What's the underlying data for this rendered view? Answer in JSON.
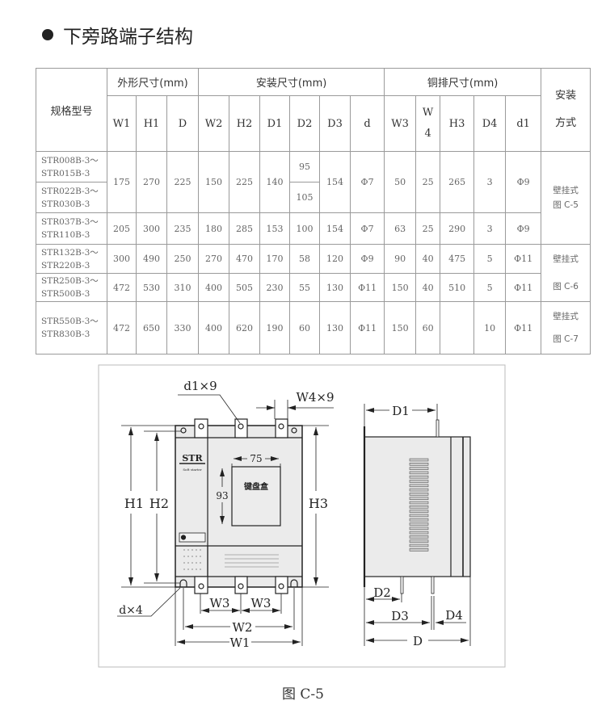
{
  "title": "下旁路端子结构",
  "table": {
    "model_header": "规格型号",
    "groups": [
      "外形尺寸(mm)",
      "安装尺寸(mm)",
      "铜排尺寸(mm)"
    ],
    "install_header": [
      "安装",
      "方式"
    ],
    "cols": [
      "W1",
      "H1",
      "D",
      "W2",
      "H2",
      "D1",
      "D2",
      "D3",
      "d",
      "W3",
      "W",
      "4",
      "H3",
      "D4",
      "d1"
    ],
    "rows": [
      {
        "model": [
          "STR008B-3～",
          "STR015B-3"
        ],
        "W1": "175",
        "H1": "270",
        "D": "225",
        "W2": "150",
        "H2": "225",
        "D1": "140",
        "D2": "95",
        "D3": "154",
        "d": "Φ7",
        "W3": "50",
        "W4": "25",
        "H3": "265",
        "D4": "3",
        "d1": "Φ9",
        "install": [
          "壁挂式",
          "图 C-5"
        ]
      },
      {
        "model": [
          "STR022B-3～",
          "STR030B-3"
        ],
        "D2": "105"
      },
      {
        "model": [
          "STR037B-3～",
          "STR110B-3"
        ],
        "W1": "205",
        "H1": "300",
        "D": "235",
        "W2": "180",
        "H2": "285",
        "D1": "153",
        "D2": "100",
        "D3": "154",
        "d": "Φ7",
        "W3": "63",
        "W4": "25",
        "H3": "290",
        "D4": "3",
        "d1": "Φ9"
      },
      {
        "model": [
          "STR132B-3～",
          "STR220B-3"
        ],
        "W1": "300",
        "H1": "490",
        "D": "250",
        "W2": "270",
        "H2": "470",
        "D1": "170",
        "D2": "58",
        "D3": "120",
        "d": "Φ9",
        "W3": "90",
        "W4": "40",
        "H3": "475",
        "D4": "5",
        "d1": "Φ11",
        "install": [
          "壁挂式",
          "图 C-6"
        ]
      },
      {
        "model": [
          "STR250B-3～",
          "STR500B-3"
        ],
        "W1": "472",
        "H1": "530",
        "D": "310",
        "W2": "400",
        "H2": "505",
        "D1": "230",
        "D2": "55",
        "D3": "130",
        "d": "Φ11",
        "W3": "150",
        "W4": "40",
        "H3": "510",
        "D4": "5",
        "d1": "Φ11"
      },
      {
        "model": [
          "STR550B-3～",
          "STR830B-3"
        ],
        "W1": "472",
        "H1": "650",
        "D": "330",
        "W2": "400",
        "H2": "620",
        "D1": "190",
        "D2": "60",
        "D3": "130",
        "d": "Φ11",
        "W3": "150",
        "W4": "60",
        "H3": "",
        "D4": "10",
        "d1": "Φ11",
        "install": [
          "壁挂式",
          "图 C-7"
        ]
      }
    ]
  },
  "figure": {
    "front": {
      "d1x9": "d1×9",
      "w4x9": "W4×9",
      "brand": "STR",
      "brand_sub": "Soft starter",
      "keypad": "键盘盒",
      "keypad_w": "75",
      "keypad_h": "93",
      "H1": "H1",
      "H2": "H2",
      "H3": "H3",
      "W3": "W3",
      "W2": "W2",
      "W1": "W1",
      "dx4": "d×4"
    },
    "side": {
      "D1": "D1",
      "D2": "D2",
      "D3": "D3",
      "D4": "D4",
      "D": "D"
    },
    "caption": "图 C-5"
  }
}
